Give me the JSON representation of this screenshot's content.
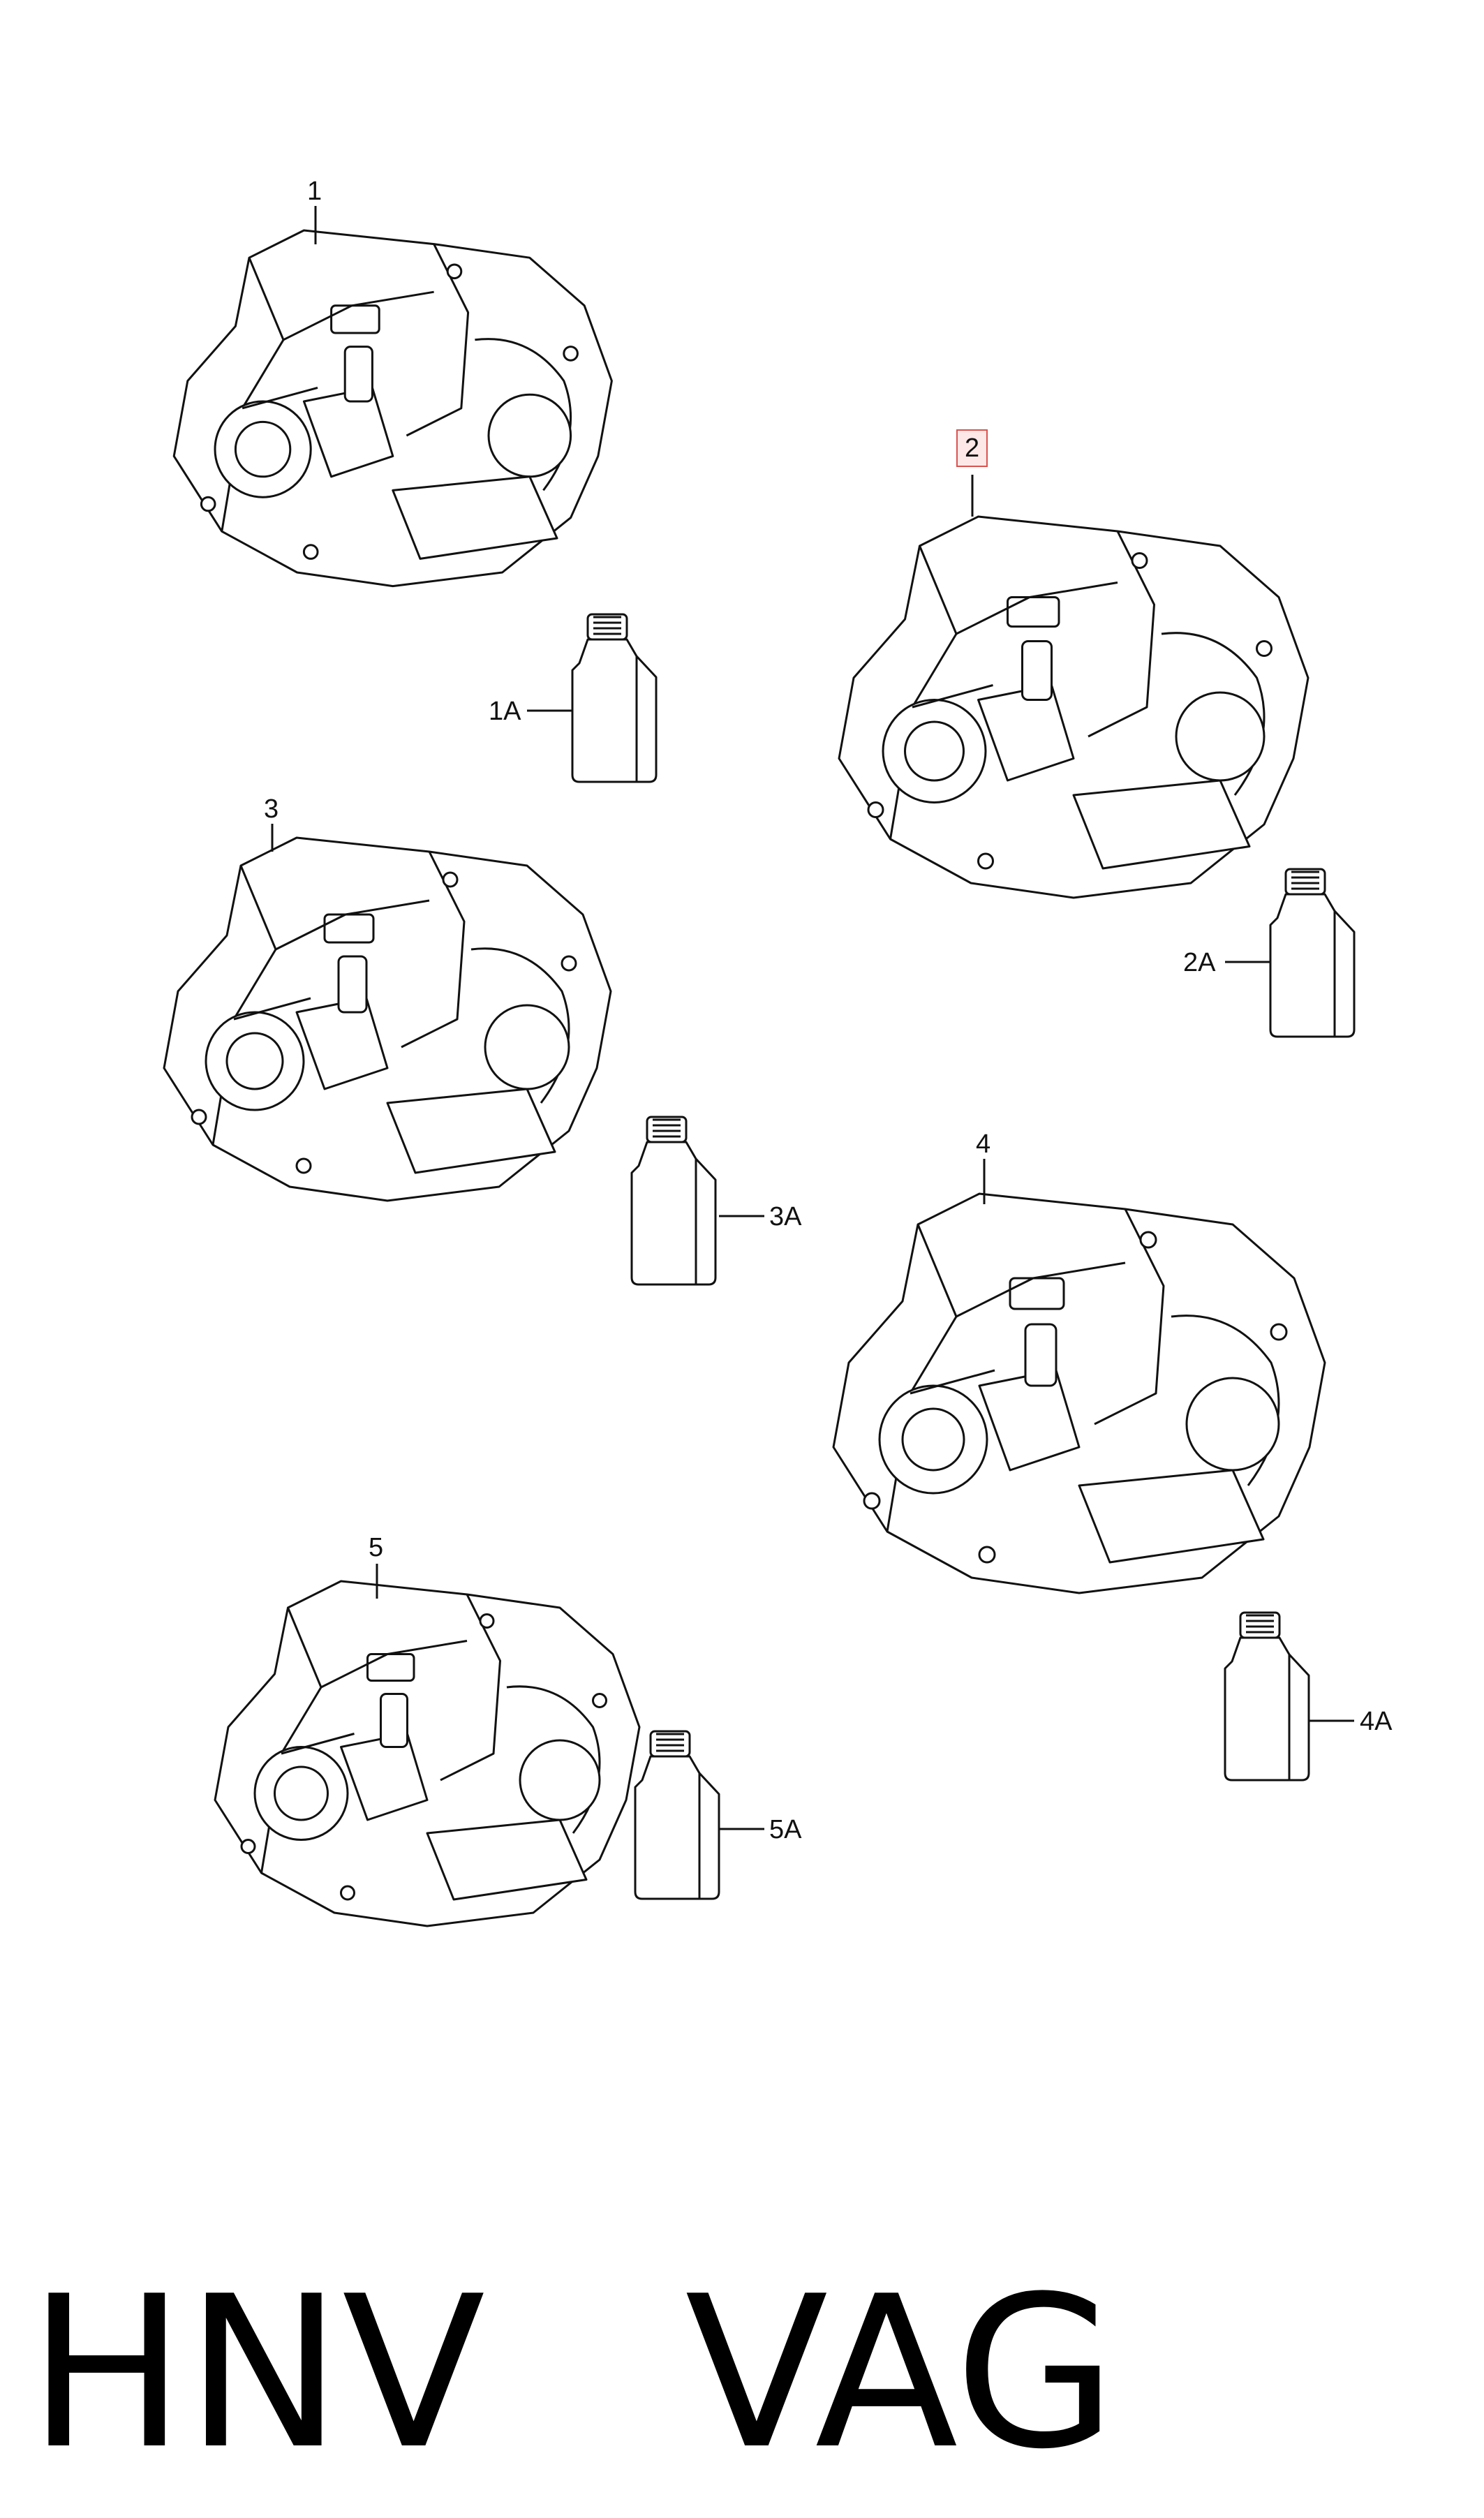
{
  "callouts": {
    "p1": "1",
    "p1a": "1A",
    "p2": "2",
    "p2a": "2A",
    "p3": "3",
    "p3a": "3A",
    "p4": "4",
    "p4a": "4A",
    "p5": "5",
    "p5a": "5A"
  },
  "highlight_color": "#d9534f",
  "footer": {
    "text": "HNV   VAG"
  }
}
